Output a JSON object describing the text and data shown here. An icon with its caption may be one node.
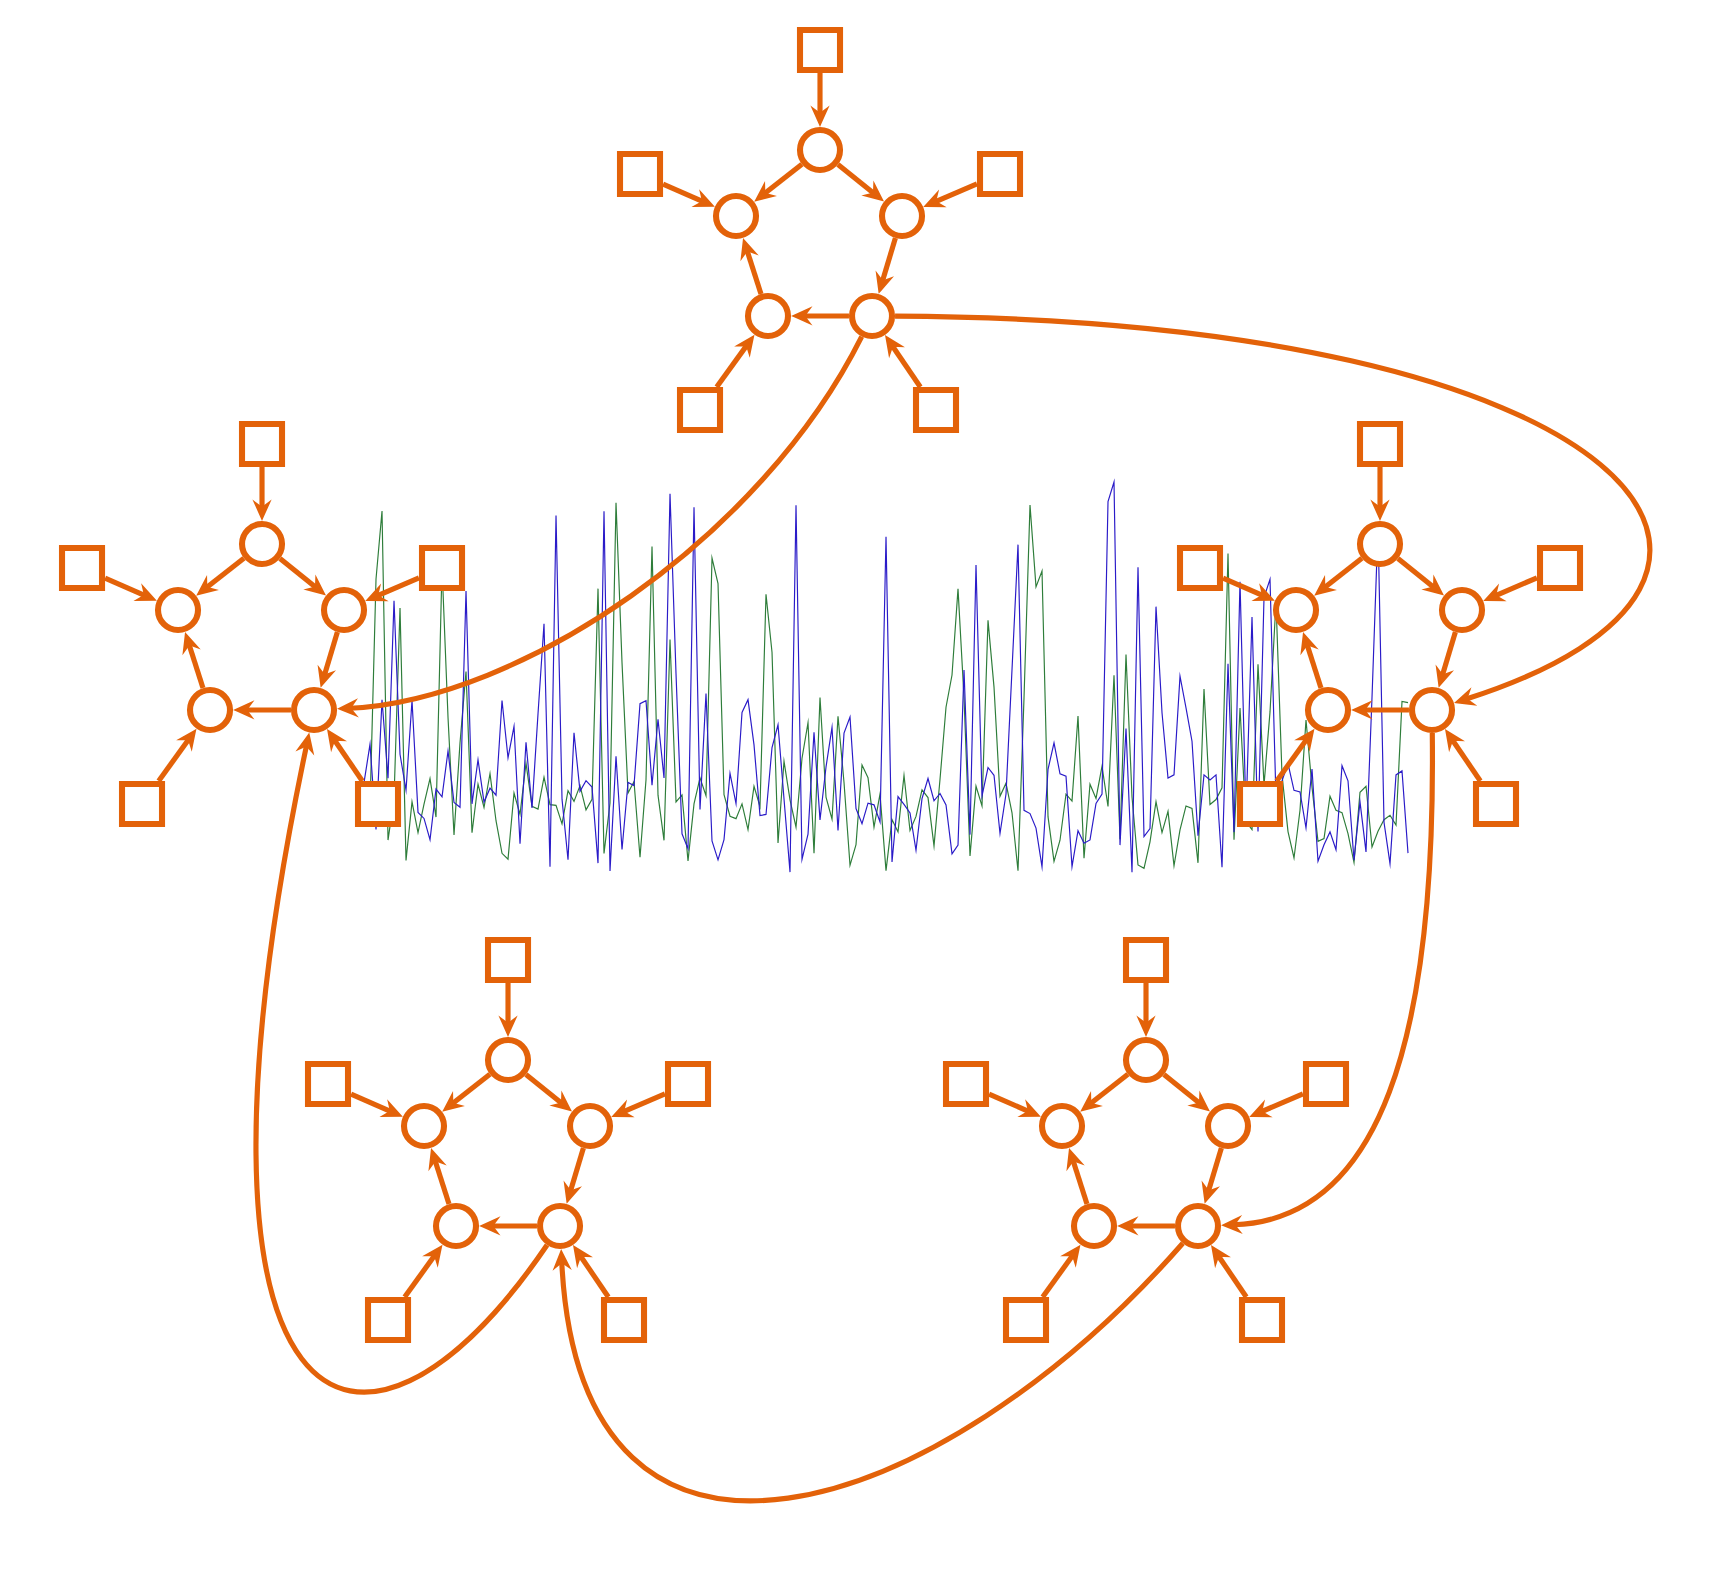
{
  "diagram": {
    "nodes": [
      {
        "text": [],
        "shape": "circle"
      },
      {
        "text": [],
        "shape": "circle"
      },
      {
        "text": [],
        "shape": "circle"
      },
      {
        "text": [],
        "shape": "circle"
      },
      {
        "text": [],
        "shape": "circle"
      },
      {
        "text": [],
        "shape": "box"
      },
      {
        "text": [],
        "shape": "box"
      },
      {
        "text": [],
        "shape": "box"
      },
      {
        "text": [],
        "shape": "box"
      },
      {
        "text": [],
        "shape": "box"
      },
      {
        "text": [],
        "shape": "circle"
      },
      {
        "text": [],
        "shape": "circle"
      },
      {
        "text": [],
        "shape": "circle"
      },
      {
        "text": [],
        "shape": "circle"
      },
      {
        "text": [],
        "shape": "circle"
      },
      {
        "text": [],
        "shape": "box"
      },
      {
        "text": [],
        "shape": "box"
      },
      {
        "text": [],
        "shape": "box"
      },
      {
        "text": [],
        "shape": "box"
      },
      {
        "text": [],
        "shape": "box"
      },
      {
        "text": [],
        "shape": "circle"
      },
      {
        "text": [],
        "shape": "circle"
      },
      {
        "text": [],
        "shape": "circle"
      },
      {
        "text": [],
        "shape": "circle"
      },
      {
        "text": [],
        "shape": "circle"
      },
      {
        "text": [],
        "shape": "box"
      },
      {
        "text": [],
        "shape": "box"
      },
      {
        "text": [],
        "shape": "box"
      },
      {
        "text": [],
        "shape": "box"
      },
      {
        "text": [],
        "shape": "box"
      },
      {
        "text": [],
        "shape": "circle"
      },
      {
        "text": [],
        "shape": "circle"
      },
      {
        "text": [],
        "shape": "circle"
      },
      {
        "text": [],
        "shape": "circle"
      },
      {
        "text": [],
        "shape": "circle"
      },
      {
        "text": [],
        "shape": "box"
      },
      {
        "text": [],
        "shape": "box"
      },
      {
        "text": [],
        "shape": "box"
      },
      {
        "text": [],
        "shape": "box"
      },
      {
        "text": [],
        "shape": "box"
      },
      {
        "text": [],
        "shape": "circle"
      },
      {
        "text": [],
        "shape": "circle"
      },
      {
        "text": [],
        "shape": "circle"
      },
      {
        "text": [],
        "shape": "circle"
      },
      {
        "text": [],
        "shape": "circle"
      },
      {
        "text": [],
        "shape": "box"
      },
      {
        "text": [],
        "shape": "box"
      },
      {
        "text": [],
        "shape": "box"
      },
      {
        "text": [],
        "shape": "box"
      },
      {
        "text": [],
        "shape": "box"
      }
    ],
    "edges": [
      {
        "from": 5,
        "to": 0,
        "arrow": "to"
      },
      {
        "from": 6,
        "to": 1,
        "arrow": "to"
      },
      {
        "from": 7,
        "to": 2,
        "arrow": "to"
      },
      {
        "from": 8,
        "to": 3,
        "arrow": "to"
      },
      {
        "from": 9,
        "to": 4,
        "arrow": "to"
      },
      {
        "from": 0,
        "to": 1,
        "arrow": "to"
      },
      {
        "from": 0,
        "to": 2,
        "arrow": "to"
      },
      {
        "from": 2,
        "to": 4,
        "arrow": "to"
      },
      {
        "from": 4,
        "to": 3,
        "arrow": "to"
      },
      {
        "from": 3,
        "to": 1,
        "arrow": "to"
      },
      {
        "from": 15,
        "to": 10,
        "arrow": "to"
      },
      {
        "from": 16,
        "to": 11,
        "arrow": "to"
      },
      {
        "from": 17,
        "to": 12,
        "arrow": "to"
      },
      {
        "from": 18,
        "to": 13,
        "arrow": "to"
      },
      {
        "from": 19,
        "to": 14,
        "arrow": "to"
      },
      {
        "from": 10,
        "to": 11,
        "arrow": "to"
      },
      {
        "from": 10,
        "to": 12,
        "arrow": "to"
      },
      {
        "from": 12,
        "to": 14,
        "arrow": "to"
      },
      {
        "from": 14,
        "to": 13,
        "arrow": "to"
      },
      {
        "from": 13,
        "to": 11,
        "arrow": "to"
      },
      {
        "from": 25,
        "to": 20,
        "arrow": "to"
      },
      {
        "from": 26,
        "to": 21,
        "arrow": "to"
      },
      {
        "from": 27,
        "to": 22,
        "arrow": "to"
      },
      {
        "from": 28,
        "to": 23,
        "arrow": "to"
      },
      {
        "from": 29,
        "to": 24,
        "arrow": "to"
      },
      {
        "from": 20,
        "to": 21,
        "arrow": "to"
      },
      {
        "from": 20,
        "to": 22,
        "arrow": "to"
      },
      {
        "from": 22,
        "to": 24,
        "arrow": "to"
      },
      {
        "from": 24,
        "to": 23,
        "arrow": "to"
      },
      {
        "from": 23,
        "to": 21,
        "arrow": "to"
      },
      {
        "from": 35,
        "to": 30,
        "arrow": "to"
      },
      {
        "from": 36,
        "to": 31,
        "arrow": "to"
      },
      {
        "from": 37,
        "to": 32,
        "arrow": "to"
      },
      {
        "from": 38,
        "to": 33,
        "arrow": "to"
      },
      {
        "from": 39,
        "to": 34,
        "arrow": "to"
      },
      {
        "from": 30,
        "to": 31,
        "arrow": "to"
      },
      {
        "from": 30,
        "to": 32,
        "arrow": "to"
      },
      {
        "from": 32,
        "to": 34,
        "arrow": "to"
      },
      {
        "from": 34,
        "to": 33,
        "arrow": "to"
      },
      {
        "from": 33,
        "to": 31,
        "arrow": "to"
      },
      {
        "from": 45,
        "to": 40,
        "arrow": "to"
      },
      {
        "from": 46,
        "to": 41,
        "arrow": "to"
      },
      {
        "from": 47,
        "to": 42,
        "arrow": "to"
      },
      {
        "from": 48,
        "to": 43,
        "arrow": "to"
      },
      {
        "from": 49,
        "to": 44,
        "arrow": "to"
      },
      {
        "from": 40,
        "to": 41,
        "arrow": "to"
      },
      {
        "from": 40,
        "to": 42,
        "arrow": "to"
      },
      {
        "from": 42,
        "to": 44,
        "arrow": "to"
      },
      {
        "from": 44,
        "to": 43,
        "arrow": "to"
      },
      {
        "from": 43,
        "to": 41,
        "arrow": "to"
      },
      {
        "from": 4,
        "to": 14,
        "arrow": "to"
      },
      {
        "from": 4,
        "to": 24,
        "arrow": "to"
      },
      {
        "from": 34,
        "to": 14,
        "arrow": "to"
      },
      {
        "from": 44,
        "to": 34,
        "arrow": "to"
      },
      {
        "from": 24,
        "to": 44,
        "arrow": "to"
      }
    ]
  }
}
